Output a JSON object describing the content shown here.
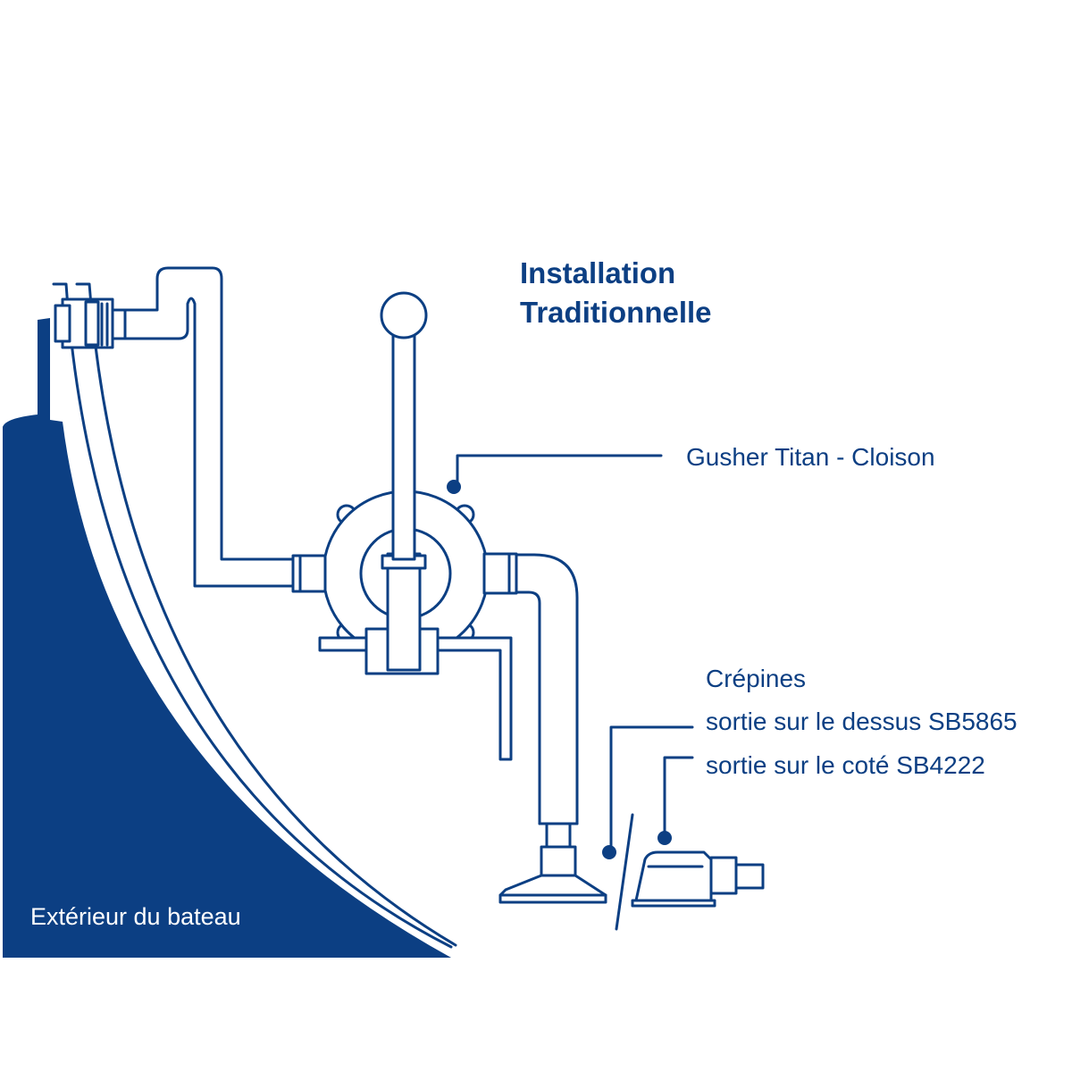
{
  "title": {
    "line1": "Installation",
    "line2": "Traditionnelle"
  },
  "labels": {
    "pump": "Gusher Titan - Cloison",
    "strainers": "Crépines",
    "strainer_top_outlet": "sortie sur le dessus SB5865",
    "strainer_side_outlet": "sortie sur le coté SB4222",
    "hull_exterior": "Extérieur du bateau"
  },
  "colors": {
    "primary": "#0c3f83",
    "background": "#ffffff"
  }
}
